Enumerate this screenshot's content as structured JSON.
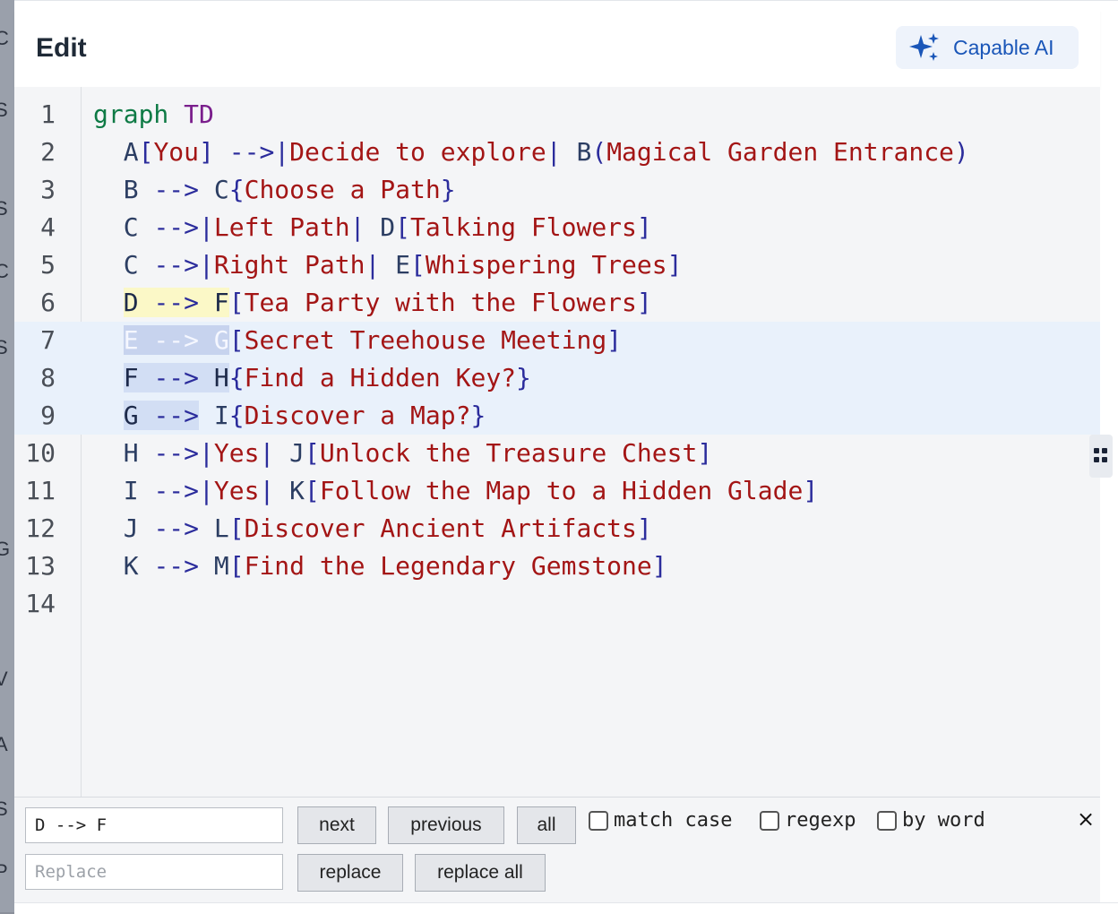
{
  "header": {
    "title": "Edit",
    "ai_button_label": "Capable AI"
  },
  "editor": {
    "lines": [
      {
        "n": "1",
        "parts": [
          [
            "k",
            "graph"
          ],
          [
            "p",
            " "
          ],
          [
            "kw",
            "TD"
          ]
        ]
      },
      {
        "n": "2",
        "parts": [
          [
            "p",
            "  A"
          ],
          [
            "a",
            "["
          ],
          [
            "s",
            "You"
          ],
          [
            "a",
            "]"
          ],
          [
            "p",
            " "
          ],
          [
            "a",
            "-->|"
          ],
          [
            "s",
            "Decide to explore"
          ],
          [
            "a",
            "|"
          ],
          [
            "p",
            " B"
          ],
          [
            "a",
            "("
          ],
          [
            "s",
            "Magical Garden Entrance"
          ],
          [
            "a",
            ")"
          ]
        ]
      },
      {
        "n": "3",
        "parts": [
          [
            "p",
            "  B "
          ],
          [
            "a",
            "-->"
          ],
          [
            "p",
            " C"
          ],
          [
            "a",
            "{"
          ],
          [
            "s",
            "Choose a Path"
          ],
          [
            "a",
            "}"
          ]
        ]
      },
      {
        "n": "4",
        "parts": [
          [
            "p",
            "  C "
          ],
          [
            "a",
            "-->|"
          ],
          [
            "s",
            "Left Path"
          ],
          [
            "a",
            "|"
          ],
          [
            "p",
            " D"
          ],
          [
            "a",
            "["
          ],
          [
            "s",
            "Talking Flowers"
          ],
          [
            "a",
            "]"
          ]
        ]
      },
      {
        "n": "5",
        "parts": [
          [
            "p",
            "  C "
          ],
          [
            "a",
            "-->|"
          ],
          [
            "s",
            "Right Path"
          ],
          [
            "a",
            "|"
          ],
          [
            "p",
            " E"
          ],
          [
            "a",
            "["
          ],
          [
            "s",
            "Whispering Trees"
          ],
          [
            "a",
            "]"
          ]
        ]
      },
      {
        "n": "6",
        "parts": [
          [
            "p",
            "  "
          ],
          [
            "mhl",
            "D "
          ],
          [
            "mhla",
            "-->"
          ],
          [
            "mhl",
            " F"
          ],
          [
            "a",
            "["
          ],
          [
            "s",
            "Tea Party with the Flowers"
          ],
          [
            "a",
            "]"
          ]
        ]
      },
      {
        "n": "7",
        "active": true,
        "parts": [
          [
            "p",
            "  "
          ],
          [
            "selw",
            "E --> G"
          ],
          [
            "a",
            "["
          ],
          [
            "s",
            "Secret Treehouse Meeting"
          ],
          [
            "a",
            "]"
          ]
        ]
      },
      {
        "n": "8",
        "active": true,
        "parts": [
          [
            "p",
            "  "
          ],
          [
            "sel",
            "F "
          ],
          [
            "sela",
            "-->"
          ],
          [
            "sel",
            " H"
          ],
          [
            "a",
            "{"
          ],
          [
            "s",
            "Find a Hidden Key?"
          ],
          [
            "a",
            "}"
          ]
        ]
      },
      {
        "n": "9",
        "active": true,
        "parts": [
          [
            "p",
            "  "
          ],
          [
            "sel",
            "G "
          ],
          [
            "sela",
            "-->"
          ],
          [
            "p",
            " I"
          ],
          [
            "a",
            "{"
          ],
          [
            "s",
            "Discover a Map?"
          ],
          [
            "a",
            "}"
          ]
        ]
      },
      {
        "n": "10",
        "parts": [
          [
            "p",
            "  H "
          ],
          [
            "a",
            "-->|"
          ],
          [
            "s",
            "Yes"
          ],
          [
            "a",
            "|"
          ],
          [
            "p",
            " J"
          ],
          [
            "a",
            "["
          ],
          [
            "s",
            "Unlock the Treasure Chest"
          ],
          [
            "a",
            "]"
          ]
        ]
      },
      {
        "n": "11",
        "parts": [
          [
            "p",
            "  I "
          ],
          [
            "a",
            "-->|"
          ],
          [
            "s",
            "Yes"
          ],
          [
            "a",
            "|"
          ],
          [
            "p",
            " K"
          ],
          [
            "a",
            "["
          ],
          [
            "s",
            "Follow the Map to a Hidden Glade"
          ],
          [
            "a",
            "]"
          ]
        ]
      },
      {
        "n": "12",
        "parts": [
          [
            "p",
            "  J "
          ],
          [
            "a",
            "-->"
          ],
          [
            "p",
            " L"
          ],
          [
            "a",
            "["
          ],
          [
            "s",
            "Discover Ancient Artifacts"
          ],
          [
            "a",
            "]"
          ]
        ]
      },
      {
        "n": "13",
        "parts": [
          [
            "p",
            "  K "
          ],
          [
            "a",
            "-->"
          ],
          [
            "p",
            " M"
          ],
          [
            "a",
            "["
          ],
          [
            "s",
            "Find the Legendary Gemstone"
          ],
          [
            "a",
            "]"
          ]
        ]
      },
      {
        "n": "14",
        "parts": []
      }
    ]
  },
  "search": {
    "find_value": "D --> F",
    "replace_placeholder": "Replace",
    "next_label": "next",
    "previous_label": "previous",
    "all_label": "all",
    "match_case_label": "match case",
    "regexp_label": "regexp",
    "by_word_label": "by word",
    "replace_label": "replace",
    "replace_all_label": "replace all",
    "close_label": "×"
  },
  "colors": {
    "accent": "#1a56b8",
    "string": "#a31515",
    "keyword": "#0e7a45",
    "arrow": "#2b2c9c"
  },
  "icons": {
    "ai": "sparkles-icon",
    "close": "close-icon",
    "drag": "drag-handle-icon"
  }
}
